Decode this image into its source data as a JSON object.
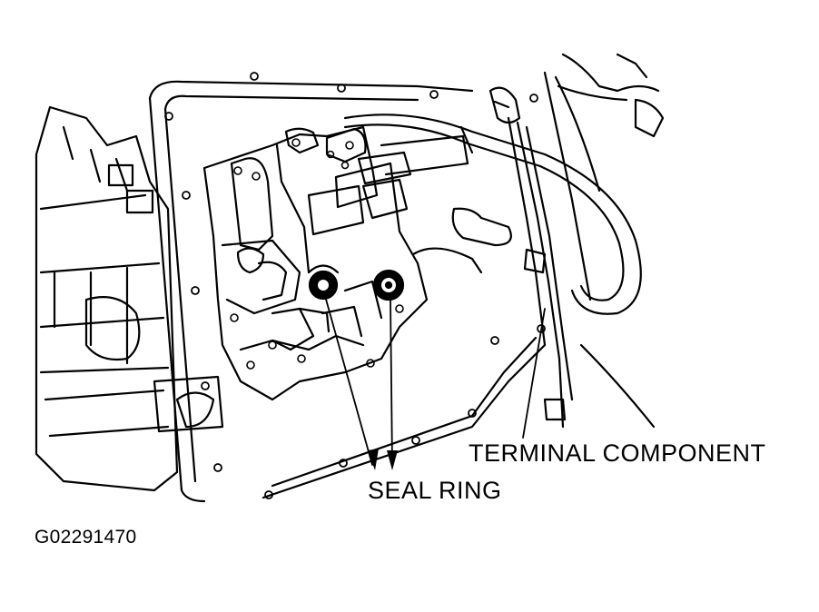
{
  "figure": {
    "callouts": {
      "terminal_component": "TERMINAL COMPONENT",
      "seal_ring": "SEAL RING"
    },
    "figure_id": "G02291470",
    "colors": {
      "ink": "#000000",
      "paper": "#ffffff"
    }
  }
}
